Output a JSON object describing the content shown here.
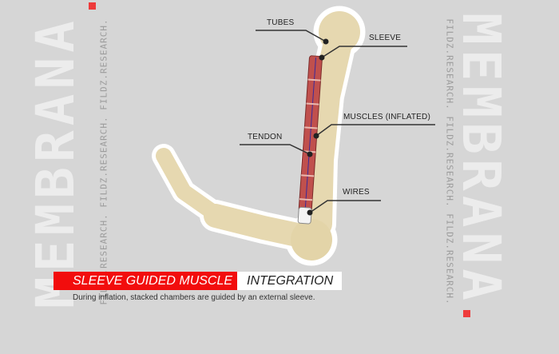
{
  "brand": {
    "wordmark": "MEMBRANA",
    "watermark": "FILDZ.RESEARCH.   FILDZ.RESEARCH.   FILDZ.RESEARCH.",
    "accent_color": "#f20d0d"
  },
  "labels": {
    "tubes": "TUBES",
    "sleeve": "SLEEVE",
    "muscles": "MUSCLES (INFLATED)",
    "tendon": "TENDON",
    "wires": "WIRES"
  },
  "title": {
    "highlight": "SLEEVE GUIDED MUSCLE",
    "rest": "INTEGRATION"
  },
  "caption": "During inflation, stacked chambers are guided by an external sleeve."
}
